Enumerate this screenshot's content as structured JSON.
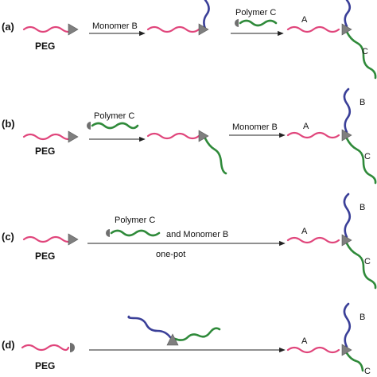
{
  "panels": [
    {
      "label": "(a)",
      "peg": "PEG",
      "step1": "Monomer B",
      "step2": "Polymer C",
      "seg_a": "A",
      "seg_c": "C"
    },
    {
      "label": "(b)",
      "peg": "PEG",
      "step1": "Polymer C",
      "step2": "Monomer B",
      "seg_a": "A",
      "seg_b": "B",
      "seg_c": "C"
    },
    {
      "label": "(c)",
      "peg": "PEG",
      "reagent": "Polymer C",
      "reagent2": "and Monomer B",
      "condition": "one-pot",
      "seg_a": "A",
      "seg_b": "B",
      "seg_c": "C"
    },
    {
      "label": "(d)",
      "peg": "PEG",
      "seg_a": "A",
      "seg_b": "B",
      "seg_c": "C"
    }
  ],
  "colors": {
    "peg": "#e0457b",
    "block_b": "#3a3f98",
    "block_c": "#2f8a3a",
    "junction": "#7f7f7f"
  }
}
